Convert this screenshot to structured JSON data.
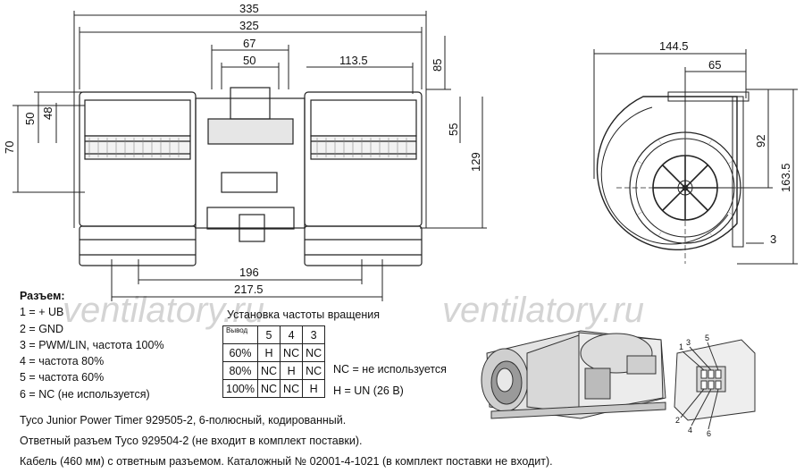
{
  "watermarks": [
    "ventilatory.ru",
    "ventilatory.ru"
  ],
  "front_view": {
    "dims": {
      "overall": "335",
      "flange": "325",
      "center_gap": "67",
      "center_inner": "50",
      "right_offset": "113.5",
      "top_offset": "85",
      "h70": "70",
      "h50": "50",
      "h48": "48",
      "h55": "55",
      "h129": "129",
      "bottom196": "196",
      "bottom217": "217.5"
    }
  },
  "side_view": {
    "dims": {
      "width": "144.5",
      "offset": "65",
      "h92": "92",
      "h163": "163.5",
      "d3": "3"
    }
  },
  "pin_labels": [
    "1",
    "3",
    "5",
    "2",
    "4",
    "6"
  ],
  "legend": {
    "title": "Разъем:",
    "items": [
      "1 = + UB",
      "2 = GND",
      "3 = PWM/LIN, частота 100%",
      "4 = частота 80%",
      "5 = частота 60%",
      "6 = NC (не используется)"
    ]
  },
  "speed_table": {
    "title": "Установка частоты вращения",
    "corner": "Вывод",
    "columns": [
      "5",
      "4",
      "3"
    ],
    "rows": [
      {
        "label": "60%",
        "cells": [
          "H",
          "NC",
          "NC"
        ]
      },
      {
        "label": "80%",
        "cells": [
          "NC",
          "H",
          "NC"
        ]
      },
      {
        "label": "100%",
        "cells": [
          "NC",
          "NC",
          "H"
        ]
      }
    ],
    "note_nc": "NC = не используется",
    "note_h": "H = UN (26 В)"
  },
  "notes": [
    "Tyco Junior Power Timer 929505-2, 6-полюсный, кодированный.",
    "Ответный разъем Tyco 929504-2 (не входит в комплект поставки).",
    "Кабель (460 мм) с ответным разъемом. Каталожный № 02001-4-1021 (в комплект поставки не входит)."
  ]
}
